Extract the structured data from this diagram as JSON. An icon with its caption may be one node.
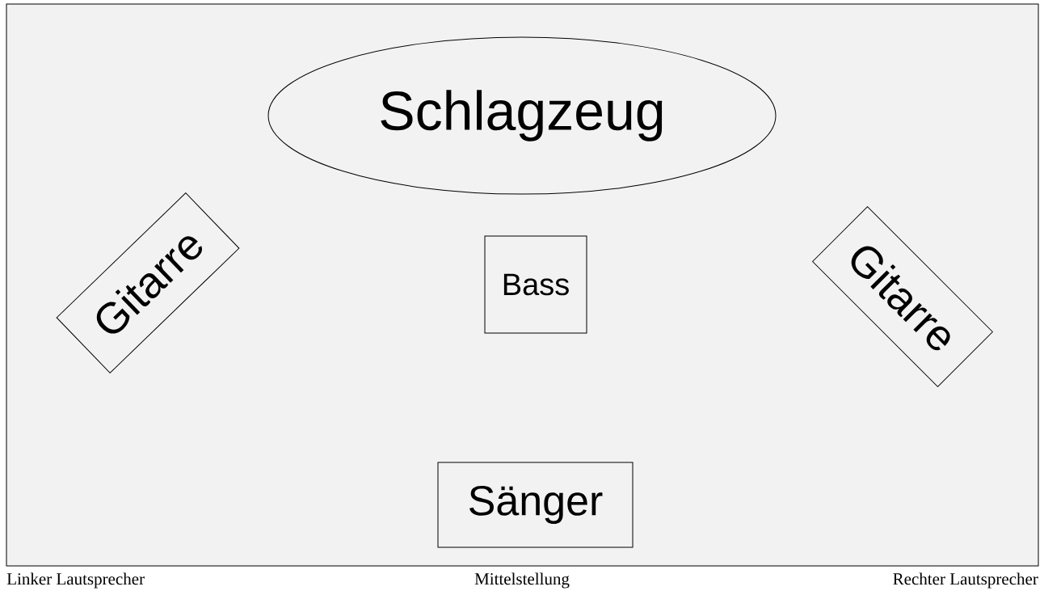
{
  "diagram": {
    "nodes": [
      {
        "text": [],
        "shape": "box"
      },
      {
        "text": [
          "Schlagzeug"
        ],
        "in": 0
      },
      {
        "text": [
          "Gitarre"
        ],
        "in": 0
      },
      {
        "text": [
          "Bass"
        ],
        "in": 0
      },
      {
        "text": [
          "Gitarre"
        ],
        "in": 0
      },
      {
        "text": [
          "Sänger"
        ],
        "in": 0
      }
    ],
    "labels": [
      "Linker Lautsprecher",
      "Mittelstellung",
      "Rechter Lautsprecher"
    ]
  }
}
